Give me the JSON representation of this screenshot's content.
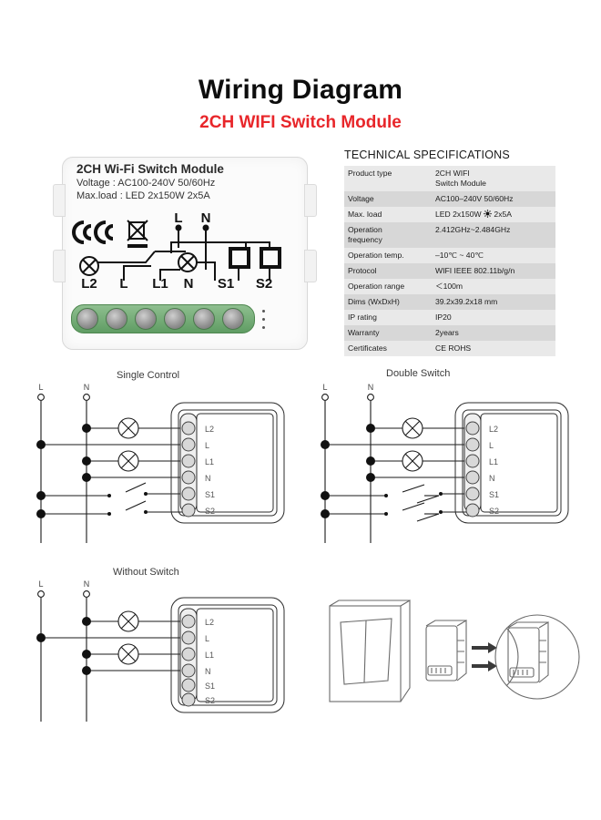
{
  "header": {
    "title": "Wiring Diagram",
    "subtitle": "2CH WIFI Switch Module",
    "subtitle_color": "#e8262a"
  },
  "product": {
    "label_line1": "2CH Wi-Fi Switch Module",
    "label_line2": "Voltage : AC100-240V 50/60Hz",
    "label_line3": "Max.load : LED 2x150W  2x5A",
    "terminals": [
      "L2",
      "L",
      "L1",
      "N",
      "S1",
      "S2"
    ],
    "face_marks": [
      "CE",
      "CE",
      "WEEE"
    ],
    "face_inputs": [
      "L",
      "N"
    ],
    "terminal_block_color": "#5f9c63"
  },
  "specs": {
    "title": "TECHNICAL SPECIFICATIONS",
    "rows": [
      {
        "key": "Product type",
        "value": "2CH WIFI\nSwitch Module"
      },
      {
        "key": "Voltage",
        "value": "AC100–240V 50/60Hz"
      },
      {
        "key": "Max. load",
        "value": "LED 2x150W",
        "value2": "2x5A",
        "icon": "sun-icon"
      },
      {
        "key": "Operation\nfrequency",
        "value": "2.412GHz~2.484GHz"
      },
      {
        "key": "Operation temp.",
        "value": "–10℃ ~ 40℃"
      },
      {
        "key": "Protocol",
        "value": "WIFI  IEEE 802.11b/g/n"
      },
      {
        "key": "Operation range",
        "value": "＜100m"
      },
      {
        "key": "Dims (WxDxH)",
        "value": "39.2x39.2x18 mm"
      },
      {
        "key": "IP rating",
        "value": "IP20"
      },
      {
        "key": "Warranty",
        "value": "2years"
      },
      {
        "key": "Certificates",
        "value": "CE ROHS"
      }
    ]
  },
  "diagrams": {
    "single": {
      "title": "Single Control",
      "rail_labels": [
        "L",
        "N"
      ],
      "terminals": [
        "L2",
        "L",
        "L1",
        "N",
        "S1",
        "S2"
      ],
      "lamps": 2,
      "switches": 2,
      "switch_type": "one-way"
    },
    "double": {
      "title": "Double Switch",
      "rail_labels": [
        "L",
        "N"
      ],
      "terminals": [
        "L2",
        "L",
        "L1",
        "N",
        "S1",
        "S2"
      ],
      "lamps": 2,
      "switches": 4,
      "switch_type": "two-way"
    },
    "without": {
      "title": "Without Switch",
      "rail_labels": [
        "L",
        "N"
      ],
      "terminals": [
        "L2",
        "L",
        "L1",
        "N",
        "S1",
        "S2"
      ],
      "lamps": 2,
      "switches": 0,
      "switch_type": "none"
    }
  },
  "install": {
    "parts": [
      "wall-plate",
      "switch-module",
      "round-back-box"
    ],
    "arrows": 2
  }
}
